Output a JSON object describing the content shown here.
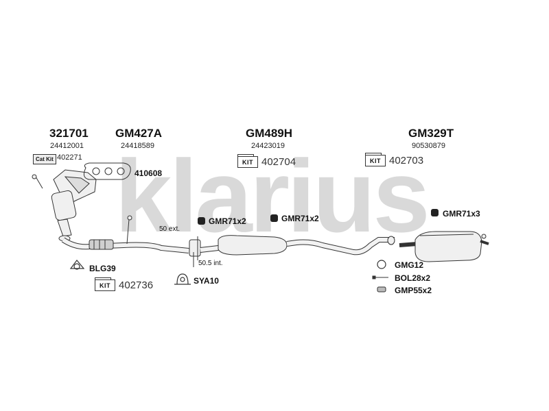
{
  "watermark": "klarius",
  "parts": {
    "cat": {
      "code": "321701",
      "oem": "24412001",
      "catkit_tag": "Cat Kit",
      "catkit_num": "402271"
    },
    "front": {
      "code": "GM427A",
      "oem": "24418589"
    },
    "mid": {
      "code": "GM489H",
      "oem": "24423019"
    },
    "rear": {
      "code": "GM329T",
      "oem": "90530879"
    }
  },
  "kits": {
    "kit_tag": "KIT",
    "mid_kit": "402704",
    "rear_kit": "402703",
    "front_kit": "402736"
  },
  "fittings": {
    "gasket_410608": "410608",
    "ext_50": "50 ext.",
    "int_50_5": "50.5 int.",
    "gmr_a": "GMR71x2",
    "gmr_b": "GMR71x2",
    "gmr_c": "GMR71x3",
    "blg": "BLG39",
    "sya": "SYA10",
    "gmg": "GMG12",
    "bol": "BOL28x2",
    "gmp": "GMP55x2"
  },
  "colors": {
    "watermark": "#d6d6d6",
    "line": "#333333"
  }
}
